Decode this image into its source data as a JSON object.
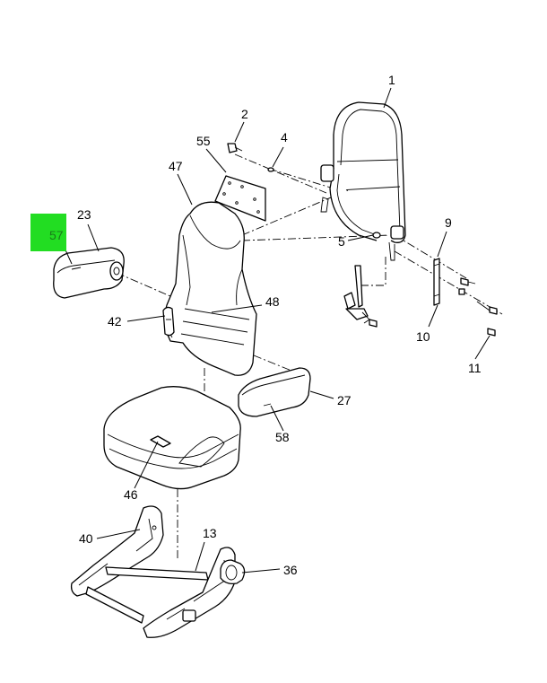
{
  "highlight": {
    "label": "57",
    "fill": "#22dd22",
    "text_color": "#1a7a1a"
  },
  "callouts": {
    "c1": "1",
    "c2": "2",
    "c4": "4",
    "c5": "5",
    "c9": "9",
    "c10": "10",
    "c11": "11",
    "c13": "13",
    "c23": "23",
    "c27": "27",
    "c36": "36",
    "c40": "40",
    "c42": "42",
    "c46": "46",
    "c47": "47",
    "c48": "48",
    "c55": "55",
    "c58": "58"
  }
}
